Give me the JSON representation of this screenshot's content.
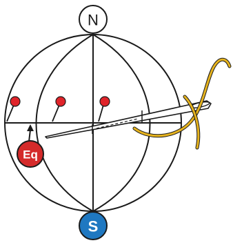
{
  "poles": {
    "north": {
      "label": "N",
      "fill": "#ffffff",
      "text_color": "#1a1a1a"
    },
    "south": {
      "label": "S",
      "fill": "#1f78c1",
      "text_color": "#ffffff"
    }
  },
  "equator_badge": {
    "label": "Eq",
    "fill": "#d42a2a",
    "text_color": "#ffffff"
  },
  "pins": {
    "count": 3,
    "color": "#e0242a"
  },
  "thread": {
    "color": "#e6b31e"
  },
  "line_color": "#1a1a1a"
}
